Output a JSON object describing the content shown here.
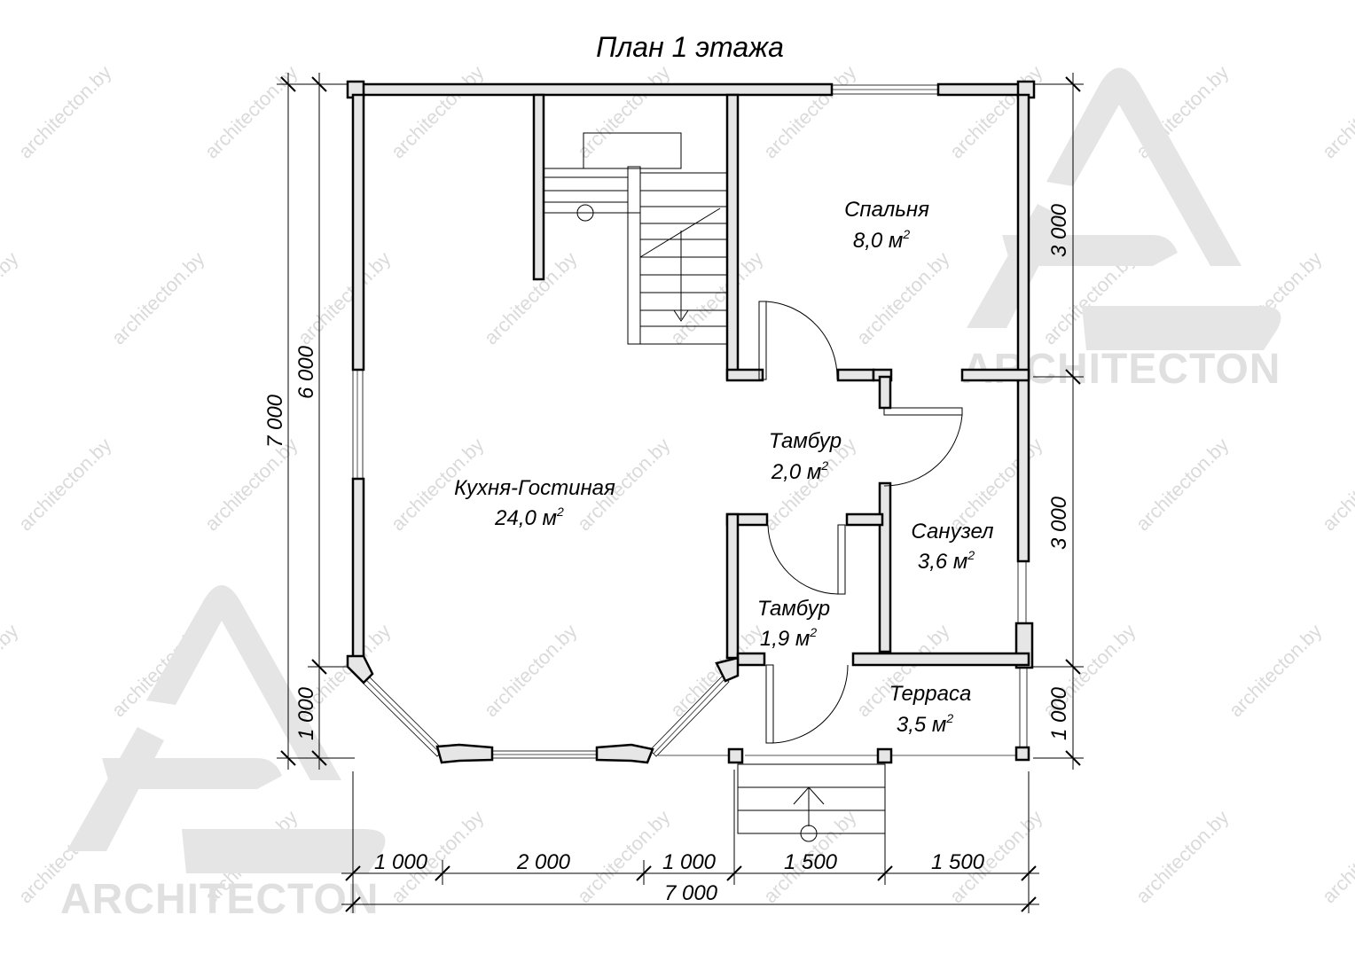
{
  "title": "План 1 этажа",
  "rooms": [
    {
      "name": "Спальня",
      "area": "8,0 м",
      "sup": "2"
    },
    {
      "name": "Тамбур",
      "area": "2,0 м",
      "sup": "2"
    },
    {
      "name": "Кухня-Гостиная",
      "area": "24,0 м",
      "sup": "2"
    },
    {
      "name": "Санузел",
      "area": "3,6 м",
      "sup": "2"
    },
    {
      "name": "Тамбур",
      "area": "1,9 м",
      "sup": "2"
    },
    {
      "name": "Терраса",
      "area": "3,5 м",
      "sup": "2"
    }
  ],
  "dimensions": {
    "bottom_segments": [
      "1 000",
      "2 000",
      "1 000",
      "1 500",
      "1 500"
    ],
    "bottom_total": "7 000",
    "left_total": "7 000",
    "left_segments": [
      "6 000",
      "1 000"
    ],
    "right_segments": [
      "3 000",
      "3 000",
      "1 000"
    ]
  },
  "watermark": {
    "url_text": "architecton.by",
    "logo_text": "ARCHITECTON"
  }
}
